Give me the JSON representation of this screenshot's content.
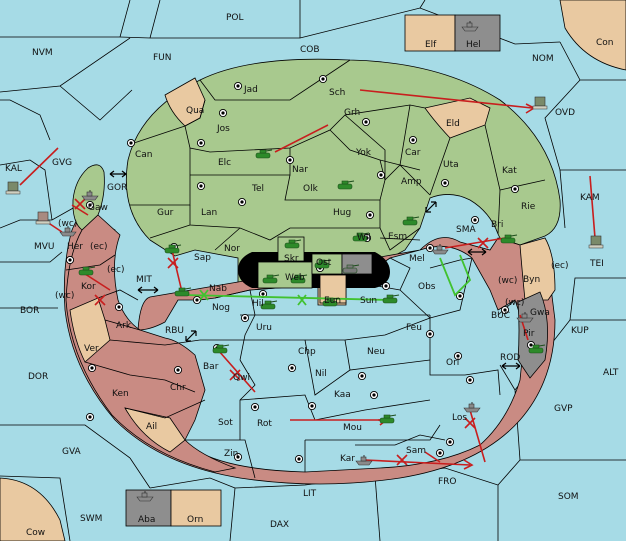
{
  "colors": {
    "sea": "#a6dbe6",
    "green_power": "#a8c98e",
    "red_power": "#c98b83",
    "neutral": "#e9c9a1",
    "impassable": "#8e8e8e",
    "move_arrow": "#c81e1e",
    "support_line": "#41c22f"
  },
  "sea_labels": [
    {
      "id": "pol",
      "text": "POL"
    },
    {
      "id": "nvm",
      "text": "NVM"
    },
    {
      "id": "fun",
      "text": "FUN"
    },
    {
      "id": "cob",
      "text": "COB"
    },
    {
      "id": "nom",
      "text": "NOM"
    },
    {
      "id": "ovd",
      "text": "OVD"
    },
    {
      "id": "kal",
      "text": "KAL"
    },
    {
      "id": "gvg",
      "text": "GVG"
    },
    {
      "id": "gor",
      "text": "GOR"
    },
    {
      "id": "mvu",
      "text": "MVU"
    },
    {
      "id": "mit",
      "text": "MIT"
    },
    {
      "id": "bor",
      "text": "BOR"
    },
    {
      "id": "rbu",
      "text": "RBU"
    },
    {
      "id": "dor",
      "text": "DOR"
    },
    {
      "id": "gva",
      "text": "GVA"
    },
    {
      "id": "swm",
      "text": "SWM"
    },
    {
      "id": "dax",
      "text": "DAX"
    },
    {
      "id": "lit",
      "text": "LIT"
    },
    {
      "id": "fro",
      "text": "FRO"
    },
    {
      "id": "som",
      "text": "SOM"
    },
    {
      "id": "gvp",
      "text": "GVP"
    },
    {
      "id": "alt",
      "text": "ALT"
    },
    {
      "id": "kup",
      "text": "KUP"
    },
    {
      "id": "buc",
      "text": "BUC"
    },
    {
      "id": "rod",
      "text": "ROD"
    },
    {
      "id": "kam",
      "text": "KAM"
    },
    {
      "id": "tei",
      "text": "TEI"
    },
    {
      "id": "sma",
      "text": "SMA"
    }
  ],
  "land_labels": [
    {
      "id": "con",
      "text": "Con"
    },
    {
      "id": "elf",
      "text": "Elf"
    },
    {
      "id": "hel",
      "text": "Hel"
    },
    {
      "id": "cow",
      "text": "Cow"
    },
    {
      "id": "aba",
      "text": "Aba"
    },
    {
      "id": "orn",
      "text": "Orn"
    },
    {
      "id": "jad",
      "text": "Jad"
    },
    {
      "id": "sch",
      "text": "Sch"
    },
    {
      "id": "qua",
      "text": "Qua"
    },
    {
      "id": "jos",
      "text": "Jos"
    },
    {
      "id": "grh",
      "text": "Grh"
    },
    {
      "id": "eld",
      "text": "Eld"
    },
    {
      "id": "can",
      "text": "Can"
    },
    {
      "id": "elc",
      "text": "Elc"
    },
    {
      "id": "nar",
      "text": "Nar"
    },
    {
      "id": "yok",
      "text": "Yok"
    },
    {
      "id": "car",
      "text": "Car"
    },
    {
      "id": "uta",
      "text": "Uta"
    },
    {
      "id": "tel",
      "text": "Tel"
    },
    {
      "id": "olk",
      "text": "Olk"
    },
    {
      "id": "amp",
      "text": "Amp"
    },
    {
      "id": "kat",
      "text": "Kat"
    },
    {
      "id": "gur",
      "text": "Gur"
    },
    {
      "id": "lan",
      "text": "Lan"
    },
    {
      "id": "hug",
      "text": "Hug"
    },
    {
      "id": "rie",
      "text": "Rie"
    },
    {
      "id": "bri",
      "text": "Bri"
    },
    {
      "id": "nor",
      "text": "Nor"
    },
    {
      "id": "skr",
      "text": "Skr"
    },
    {
      "id": "wil",
      "text": "Wil"
    },
    {
      "id": "esm",
      "text": "Esm"
    },
    {
      "id": "gaw",
      "text": "Gaw"
    },
    {
      "id": "sap",
      "text": "Sap"
    },
    {
      "id": "web",
      "text": "Web"
    },
    {
      "id": "ost",
      "text": "Ost"
    },
    {
      "id": "mel",
      "text": "Mel"
    },
    {
      "id": "byn",
      "text": "Byn"
    },
    {
      "id": "her",
      "text": "Her"
    },
    {
      "id": "nab",
      "text": "Nab"
    },
    {
      "id": "eun",
      "text": "Eun"
    },
    {
      "id": "sun",
      "text": "Sun"
    },
    {
      "id": "obs",
      "text": "Obs"
    },
    {
      "id": "kor",
      "text": "Kor"
    },
    {
      "id": "nog",
      "text": "Nog"
    },
    {
      "id": "hil",
      "text": "Hil"
    },
    {
      "id": "gwa",
      "text": "Gwa"
    },
    {
      "id": "pir",
      "text": "Pir"
    },
    {
      "id": "ark",
      "text": "Ark"
    },
    {
      "id": "uru",
      "text": "Uru"
    },
    {
      "id": "feu",
      "text": "Feu"
    },
    {
      "id": "ver",
      "text": "Ver"
    },
    {
      "id": "chp",
      "text": "Chp"
    },
    {
      "id": "neu",
      "text": "Neu"
    },
    {
      "id": "orl",
      "text": "Orl"
    },
    {
      "id": "bar",
      "text": "Bar"
    },
    {
      "id": "nil",
      "text": "Nil"
    },
    {
      "id": "qwi",
      "text": "Qwi"
    },
    {
      "id": "ken",
      "text": "Ken"
    },
    {
      "id": "chr",
      "text": "Chr"
    },
    {
      "id": "kaa",
      "text": "Kaa"
    },
    {
      "id": "ail",
      "text": "Ail"
    },
    {
      "id": "sot",
      "text": "Sot"
    },
    {
      "id": "rot",
      "text": "Rot"
    },
    {
      "id": "mou",
      "text": "Mou"
    },
    {
      "id": "los",
      "text": "Los"
    },
    {
      "id": "zin",
      "text": "Zin"
    },
    {
      "id": "kar",
      "text": "Kar"
    },
    {
      "id": "sam",
      "text": "Sam"
    }
  ],
  "coast_tags": [
    {
      "id": "wc_gaw",
      "text": "(wc)"
    },
    {
      "id": "ec_her",
      "text": "(ec)"
    },
    {
      "id": "ec_kor",
      "text": "(ec)"
    },
    {
      "id": "wc_kor",
      "text": "(wc)"
    },
    {
      "id": "ec_byn",
      "text": "(ec)"
    },
    {
      "id": "wc_byn",
      "text": "(wc)"
    },
    {
      "id": "wc_gwa",
      "text": "(wc)"
    }
  ]
}
